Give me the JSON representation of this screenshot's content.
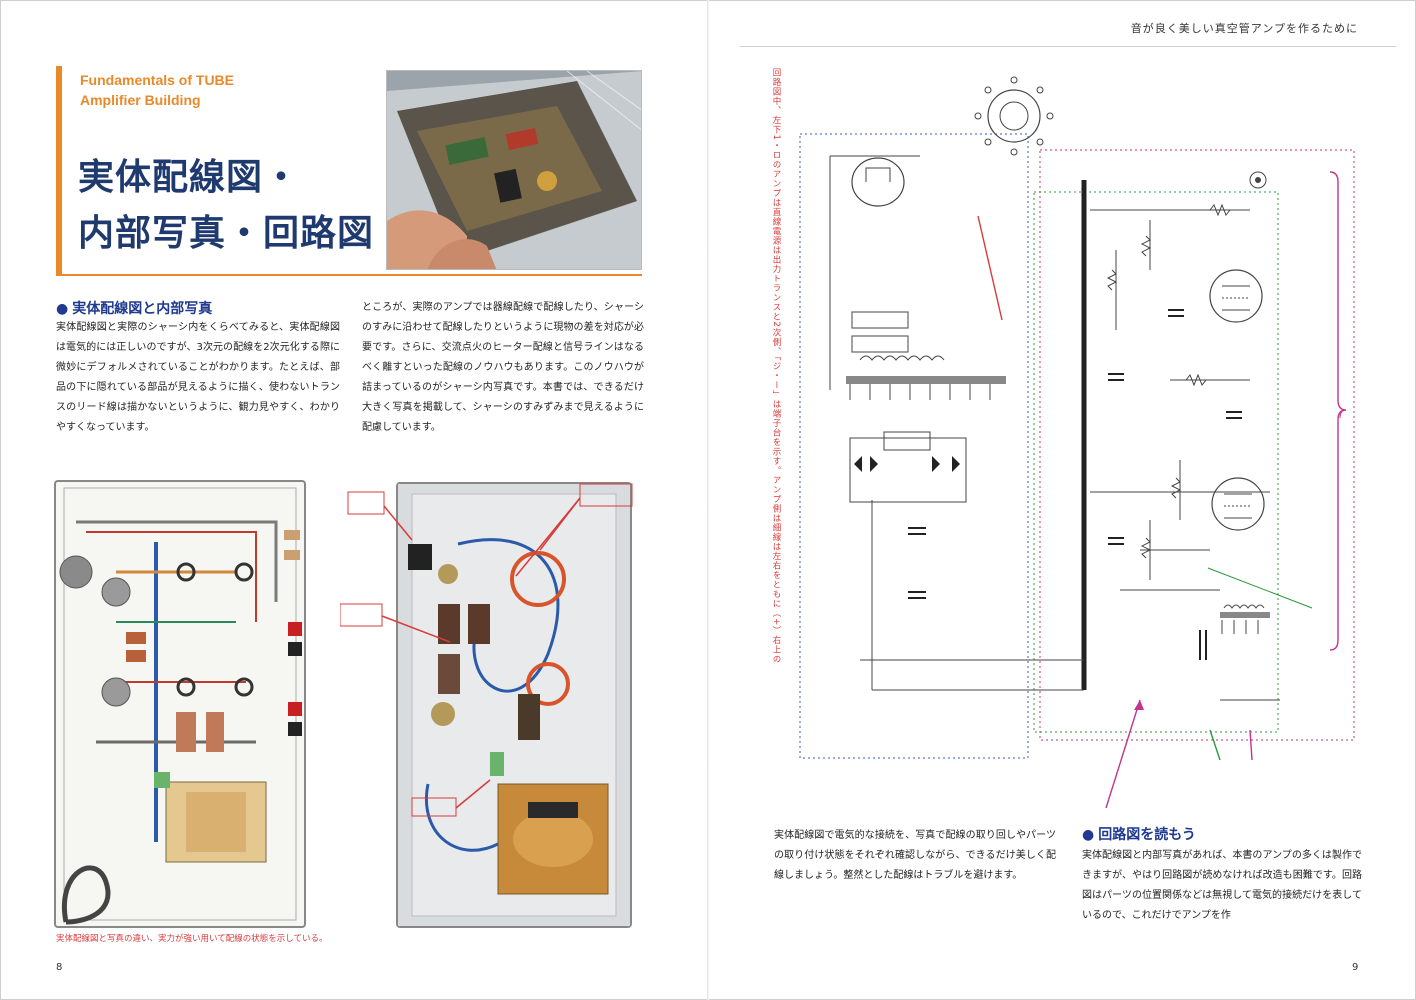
{
  "header": {
    "running_head": "音が良く美しい真空管アンプを作るために"
  },
  "title_block": {
    "kicker": "Fundamentals of TUBE Amplifier Building",
    "title_line1": "実体配線図・",
    "title_line2": "内部写真・回路図"
  },
  "section_wiring": {
    "heading": "実体配線図と内部写真",
    "paragraph_left": "実体配線図と実際のシャーシ内をくらべてみると、実体配線図は電気的には正しいのですが、3次元の配線を2次元化する際に微妙にデフォルメされていることがわかります。たとえば、部品の下に隠れている部品が見えるように描く、使わないトランスのリード線は描かないというように、観力見やすく、わかりやすくなっています。",
    "paragraph_right": "ところが、実際のアンプでは器線配線で配線したり、シャーシのすみに沿わせて配線したりというように現物の差を対応が必要です。さらに、交流点火のヒーター配線と信号ラインはなるべく離すといった配線のノウハウもあります。このノウハウが詰まっているのがシャーシ内写真です。本書では、できるだけ大きく写真を掲載して、シャーシのすみずみまで見えるように配慮しています。"
  },
  "captions": {
    "drawing_caption": "実体配線図と写真の違い、実力が強い用いて配線の状態を示している。"
  },
  "right_page": {
    "side_note": "回路図中、左下1・ロのアンプは直線電源は出力トランスと2次側、「ジ・ー」は端子台を示す。アンプ側は細線は左右をともに（+）右上の",
    "paragraph_circuit": "実体配線図で電気的な接続を、写真で配線の取り回しやパーツの取り付け状態をそれぞれ確認しながら、できるだけ美しく配線しましょう。整然とした配線はトラブルを避けます。",
    "section_heading": "回路図を読もう",
    "paragraph_read": "実体配線図と内部写真があれば、本書のアンプの多くは製作できますが、やはり回路図が読めなければ改造も困難です。回路図はパーツの位置関係などは無視して電気的接続だけを表しているので、これだけでアンプを作"
  },
  "page_numbers": {
    "left": "8",
    "right": "9"
  },
  "colors": {
    "accent_orange": "#e8892a",
    "title_navy": "#1f3a6e",
    "heading_blue": "#1f3a8e",
    "annotation_red": "#d83b3b",
    "annotation_green": "#2a9a3a",
    "annotation_magenta": "#c2348e"
  }
}
